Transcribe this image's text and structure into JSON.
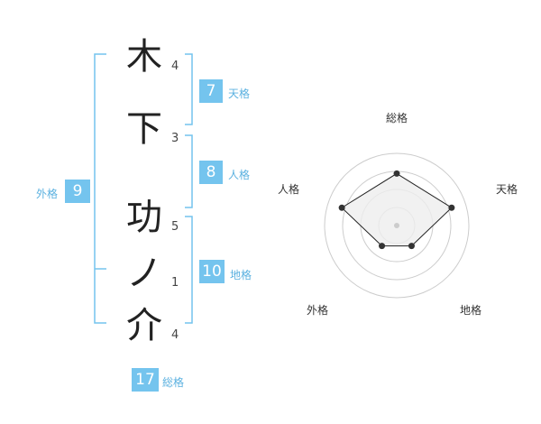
{
  "name": {
    "characters": [
      {
        "char": "木",
        "strokes": "4"
      },
      {
        "char": "下",
        "strokes": "3"
      },
      {
        "char": "功",
        "strokes": "5"
      },
      {
        "char": "ノ",
        "strokes": "1"
      },
      {
        "char": "介",
        "strokes": "4"
      }
    ]
  },
  "fortune": {
    "tenkaku": {
      "value": "7",
      "label": "天格"
    },
    "jinkaku": {
      "value": "8",
      "label": "人格"
    },
    "chikaku": {
      "value": "10",
      "label": "地格"
    },
    "gaikaku": {
      "value": "9",
      "label": "外格"
    },
    "soukaku": {
      "value": "17",
      "label": "総格"
    }
  },
  "chart_data": {
    "type": "radar",
    "axes": [
      "総格",
      "天格",
      "地格",
      "外格",
      "人格"
    ],
    "values": [
      0.72,
      0.8,
      0.35,
      0.35,
      0.8
    ],
    "rings": 4,
    "colors": {
      "accent": "#74c4ee",
      "fill": "#eeeeee",
      "ring": "#cccccc",
      "line": "#222222"
    }
  }
}
